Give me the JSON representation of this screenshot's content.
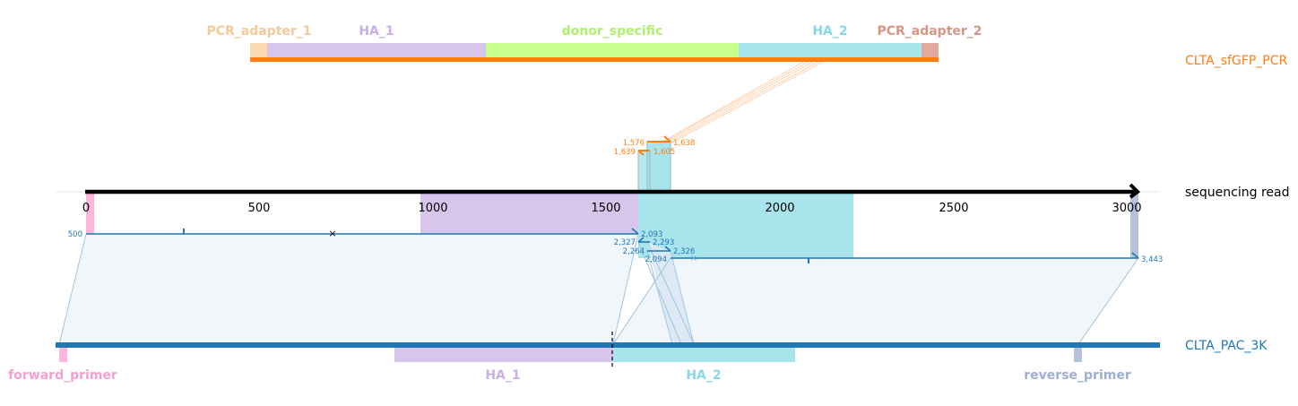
{
  "tracks": {
    "pcr": {
      "name": "CLTA_sfGFP_PCR",
      "color": "#ff7f0e"
    },
    "read": {
      "name": "sequencing read",
      "color": "#000000"
    },
    "ref": {
      "name": "CLTA_PAC_3K",
      "color": "#1f77b4"
    }
  },
  "pcr_features": [
    {
      "name": "PCR_adapter_1",
      "color": "#fbd9b3",
      "label_color": "#f5c99a"
    },
    {
      "name": "HA_1",
      "color": "#d8c5ec",
      "label_color": "#c8b0e6"
    },
    {
      "name": "donor_specific",
      "color": "#c7ff8f",
      "label_color": "#b0f070"
    },
    {
      "name": "HA_2",
      "color": "#a8e4ec",
      "label_color": "#86d8e6"
    },
    {
      "name": "PCR_adapter_2",
      "color": "#e0aa9c",
      "label_color": "#d69585"
    }
  ],
  "ref_features": [
    {
      "name": "forward_primer",
      "color": "#ffb6dc",
      "label_color": "#f7a0cf"
    },
    {
      "name": "HA_1",
      "color": "#d8c5ec",
      "label_color": "#c8b0e6"
    },
    {
      "name": "HA_2",
      "color": "#a8e4ec",
      "label_color": "#86d8e6"
    },
    {
      "name": "reverse_primer",
      "color": "#b5c2dd",
      "label_color": "#9daed3"
    }
  ],
  "read_axis": {
    "ticks": [
      "0",
      "500",
      "1000",
      "1500",
      "2000",
      "2500",
      "3000"
    ],
    "tick_values": [
      0,
      500,
      1000,
      1500,
      2000,
      2500,
      3000
    ],
    "range": [
      0,
      3035
    ]
  },
  "read_features": {
    "HA_1": [
      970,
      1600
    ],
    "HA_2": [
      1600,
      2210
    ],
    "forward_primer": [
      0,
      22
    ],
    "reverse_primer": [
      3010,
      3035
    ]
  },
  "alignments": {
    "ref_main": {
      "read_start": 0,
      "read_end": 1600,
      "ref_start_label": "500",
      "ref_end_label": "2,093"
    },
    "ref_small_a": {
      "start_label": "2,327",
      "end_label": "2,293"
    },
    "ref_small_b": {
      "start_label": "2,264",
      "end_label": "2,326"
    },
    "ref_main2": {
      "read_start": 1650,
      "read_end": 3035,
      "ref_start_label": "2,094",
      "ref_end_label": "3,443"
    },
    "pcr_a": {
      "start_label": "1,576",
      "end_label": "1,638"
    },
    "pcr_b": {
      "start_label": "1,639",
      "end_label": "1,605"
    }
  }
}
